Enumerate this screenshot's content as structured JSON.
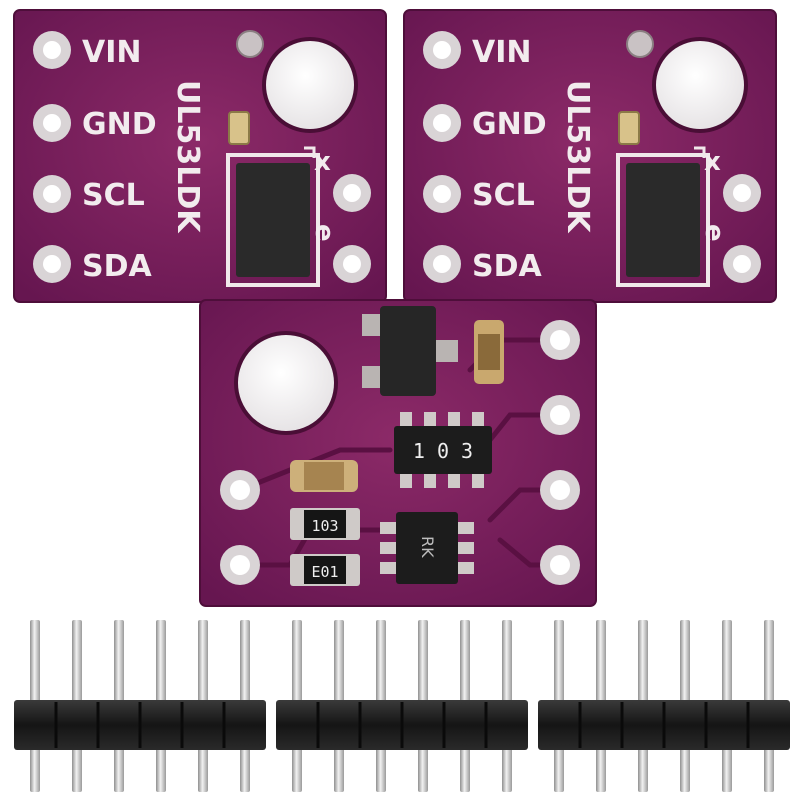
{
  "boards": [
    {
      "pins": [
        "VIN",
        "GND",
        "SCL",
        "SDA"
      ],
      "model": "UL53LDK",
      "axis": {
        "x": "x",
        "y": "e"
      }
    },
    {
      "pins": [
        "VIN",
        "GND",
        "SCL",
        "SDA"
      ],
      "model": "UL53LDK",
      "axis": {
        "x": "x",
        "y": "e"
      }
    }
  ],
  "back_board": {
    "resistor_array_code": "1 0 3",
    "resistor_1_code": "103",
    "resistor_2_code": "E01",
    "chip_marking": "RK"
  },
  "header_strips": [
    {
      "pin_count": 6
    },
    {
      "pin_count": 6
    },
    {
      "pin_count": 6
    }
  ],
  "colors": {
    "pcb": "#7a1e5a",
    "pcb_dark": "#5e1245",
    "silkscreen": "#f2ecee",
    "pad": "#d9d4d6",
    "header_plastic": "#1a1a1a",
    "pin_metal": "#c8c8c8"
  }
}
